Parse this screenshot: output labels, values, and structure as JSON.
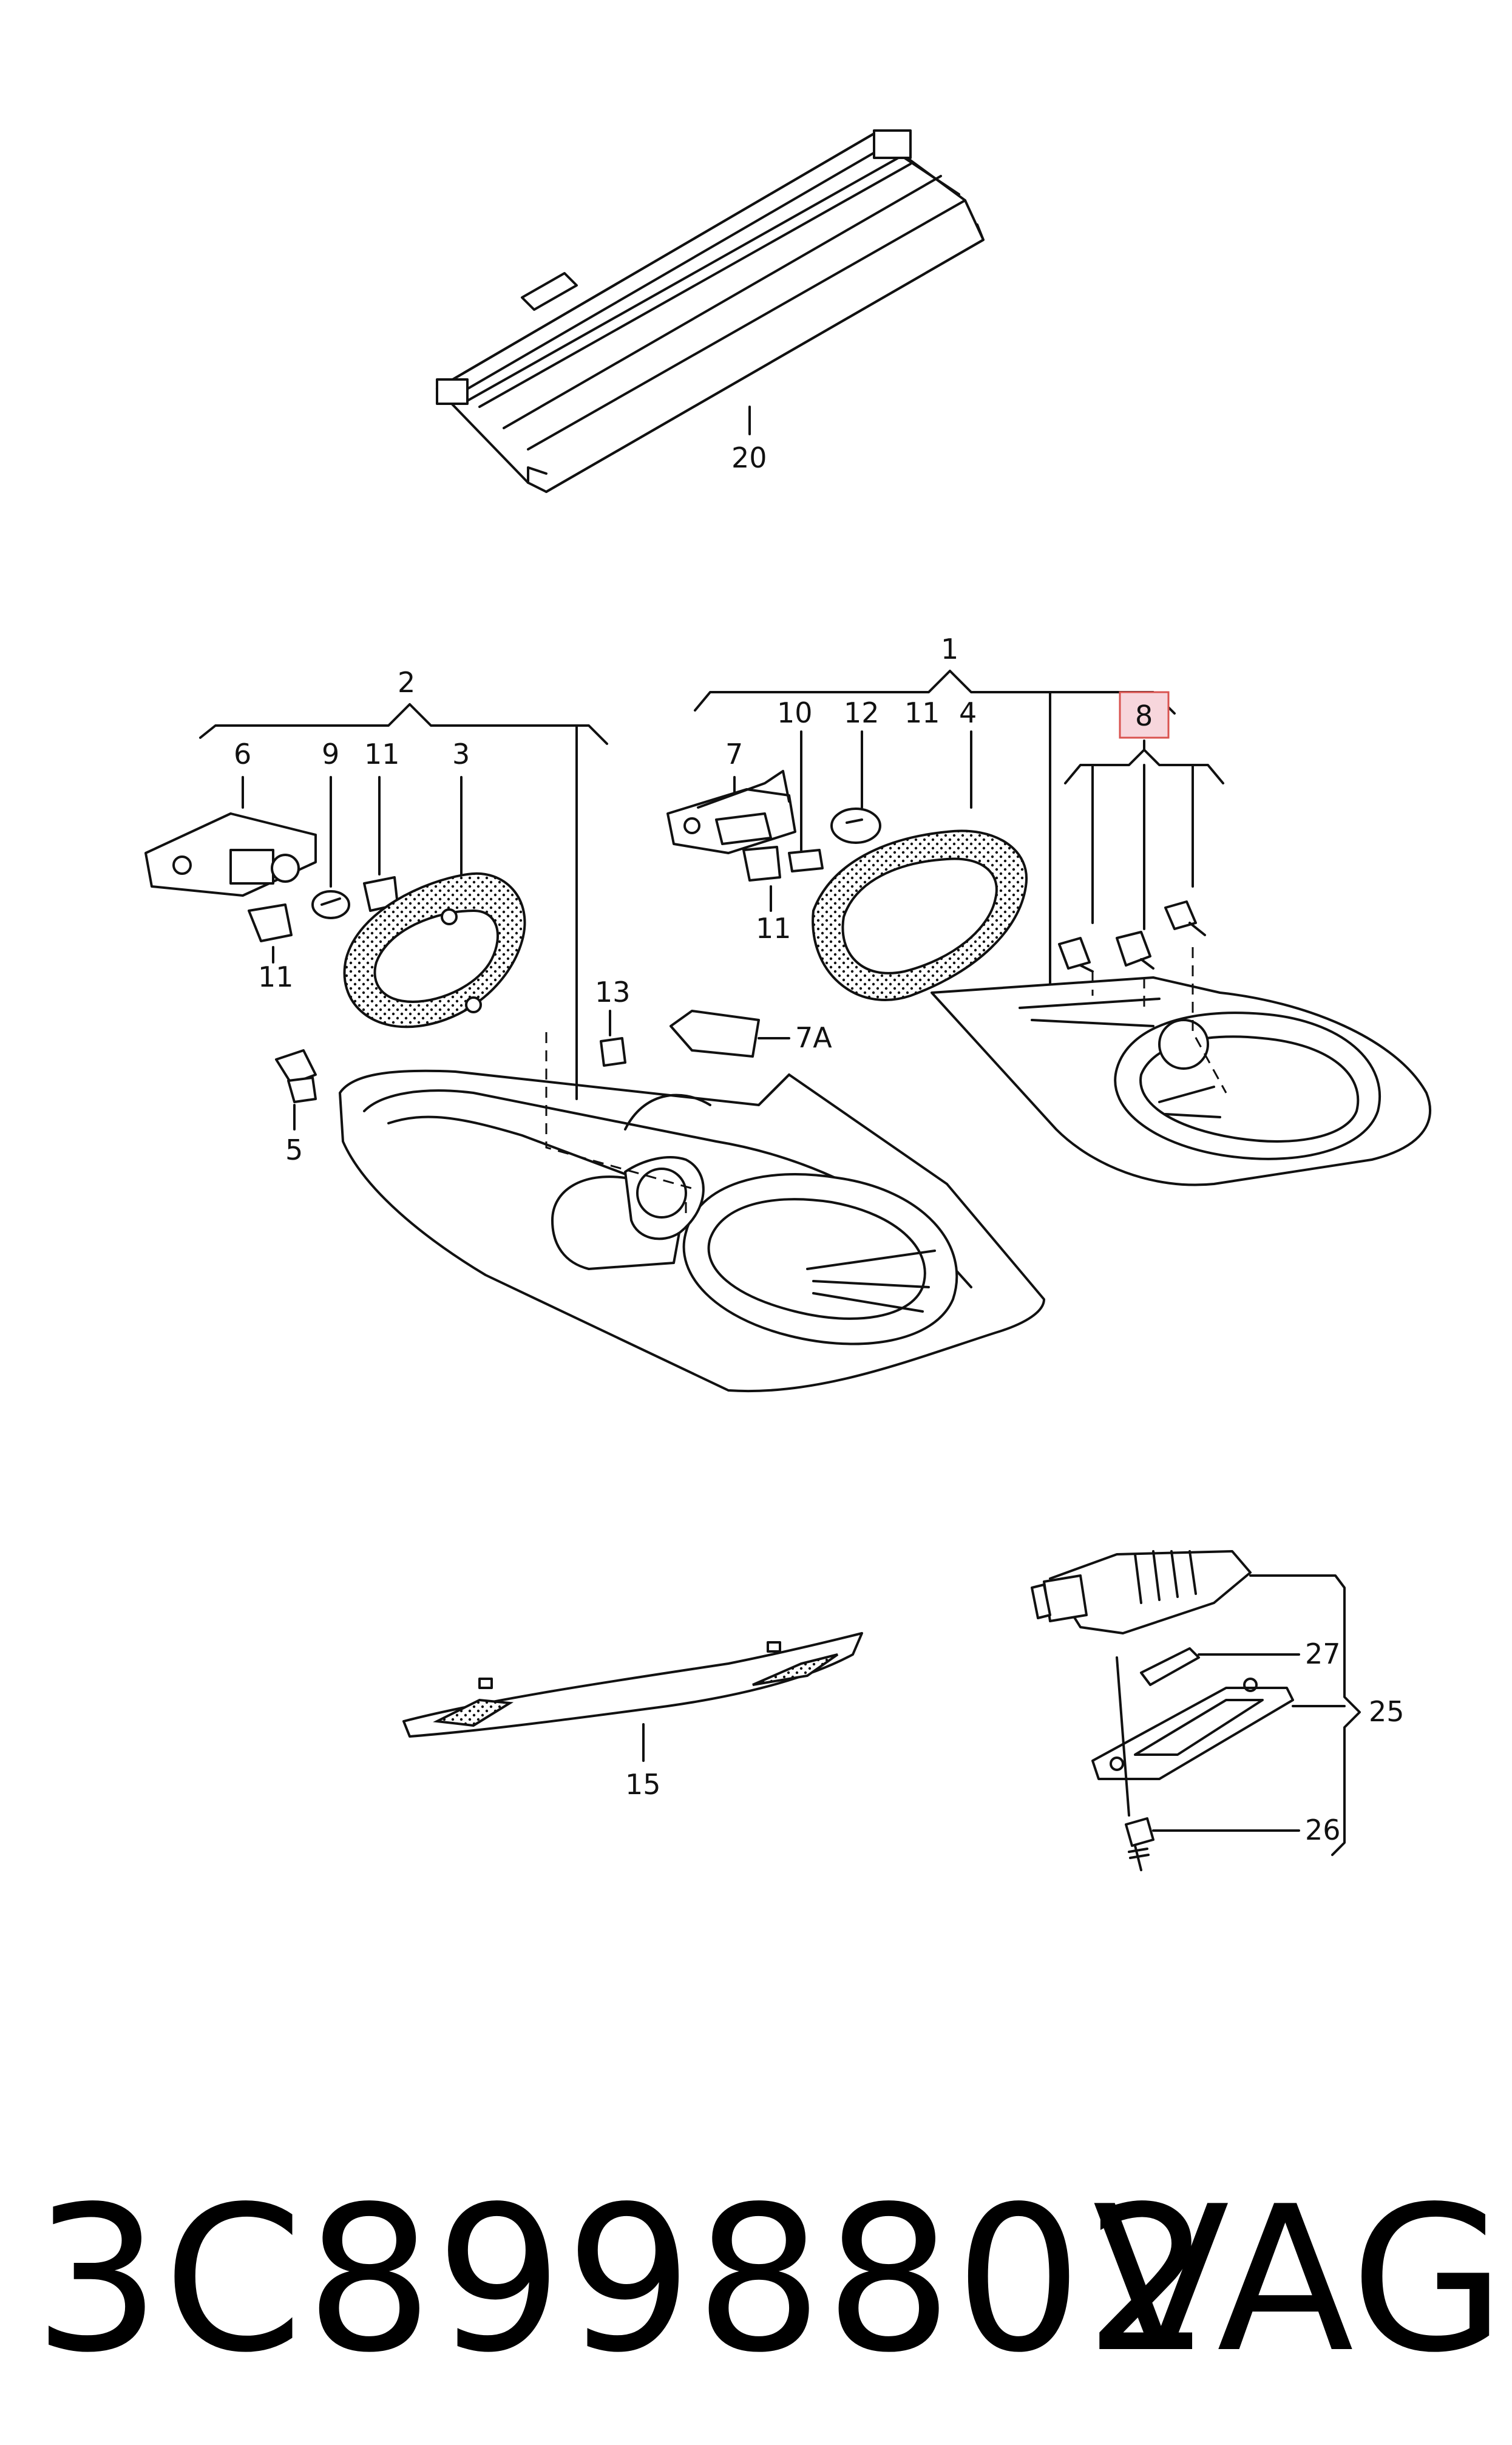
{
  "callouts": {
    "c20": "20",
    "c1": "1",
    "c2": "2",
    "c8": "8",
    "c6": "6",
    "c9": "9",
    "c11a": "11",
    "c3": "3",
    "c7": "7",
    "c10": "10",
    "c12": "12",
    "c11b": "11",
    "c4": "4",
    "c11c": "11",
    "c11d": "11",
    "c13": "13",
    "c7A": "7A",
    "c5": "5",
    "c27": "27",
    "c25": "25",
    "c26": "26",
    "c15": "15"
  },
  "highlight_color": "#d9534f",
  "footer": {
    "part_number": "3C8998802",
    "brand": "VAG"
  }
}
